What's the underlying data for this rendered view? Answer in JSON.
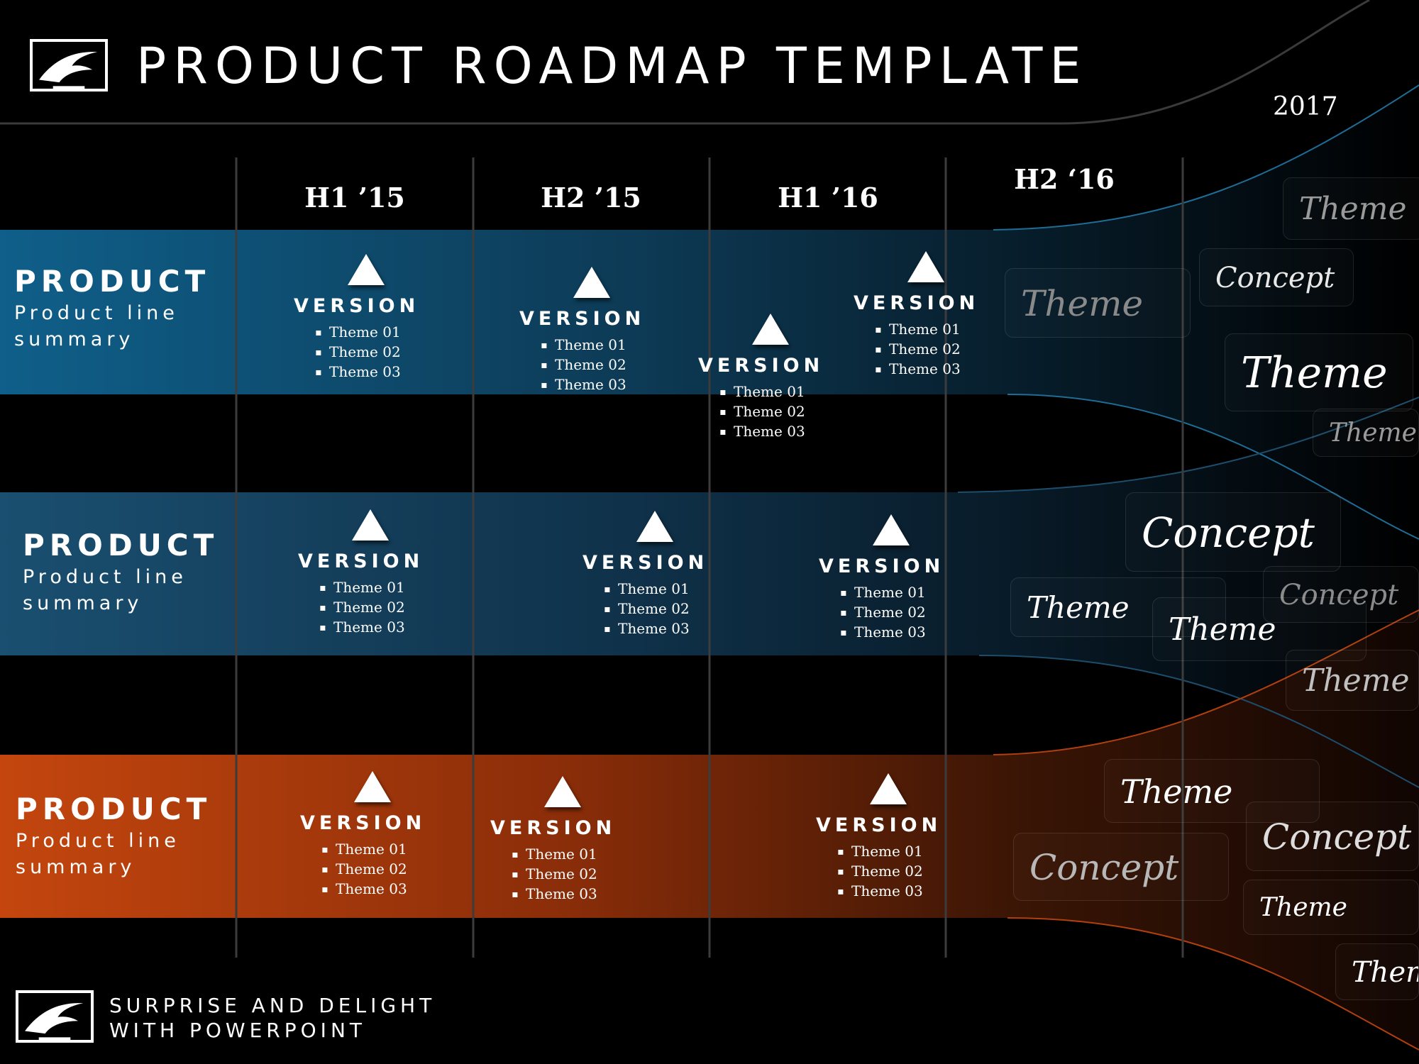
{
  "header": {
    "title": "PRODUCT ROADMAP TEMPLATE",
    "year": "2017"
  },
  "periods": [
    "H1 ’15",
    "H2 ’15",
    "H1 ’16",
    "H2 ‘16"
  ],
  "products": [
    {
      "name": "PRODUCT",
      "summary": "Product line summary",
      "color": "#0f5a82"
    },
    {
      "name": "PRODUCT",
      "summary": "Product line summary",
      "color": "#123f5c"
    },
    {
      "name": "PRODUCT",
      "summary": "Product line summary",
      "color": "#c0440e"
    }
  ],
  "version_label": "VERSION",
  "versions": [
    {
      "themes": [
        "Theme 01",
        "Theme 02",
        "Theme 03"
      ]
    },
    {
      "themes": [
        "Theme 01",
        "Theme 02",
        "Theme 03"
      ]
    },
    {
      "themes": [
        "Theme 01",
        "Theme 02",
        "Theme 03"
      ]
    },
    {
      "themes": [
        "Theme 01",
        "Theme 02",
        "Theme 03"
      ]
    },
    {
      "themes": [
        "Theme 01",
        "Theme 02",
        "Theme 03"
      ]
    },
    {
      "themes": [
        "Theme 01",
        "Theme 02",
        "Theme 03"
      ]
    },
    {
      "themes": [
        "Theme 01",
        "Theme 02",
        "Theme 03"
      ]
    },
    {
      "themes": [
        "Theme 01",
        "Theme 02",
        "Theme 03"
      ]
    },
    {
      "themes": [
        "Theme 01",
        "Theme 02",
        "Theme 03"
      ]
    },
    {
      "themes": [
        "Theme 01",
        "Theme 02",
        "Theme 03"
      ]
    }
  ],
  "future_tags": [
    "Theme",
    "Concept",
    "Theme",
    "Theme",
    "Theme",
    "Concept",
    "Concept",
    "Theme",
    "Theme",
    "Theme",
    "Theme",
    "Concept",
    "Concept",
    "Theme",
    "Them"
  ],
  "footer": {
    "line1": "SURPRISE AND DELIGHT",
    "line2": "WITH POWERPOINT"
  },
  "colors": {
    "blue": "#0f5a82",
    "orange": "#c0440e",
    "background": "#000000"
  }
}
